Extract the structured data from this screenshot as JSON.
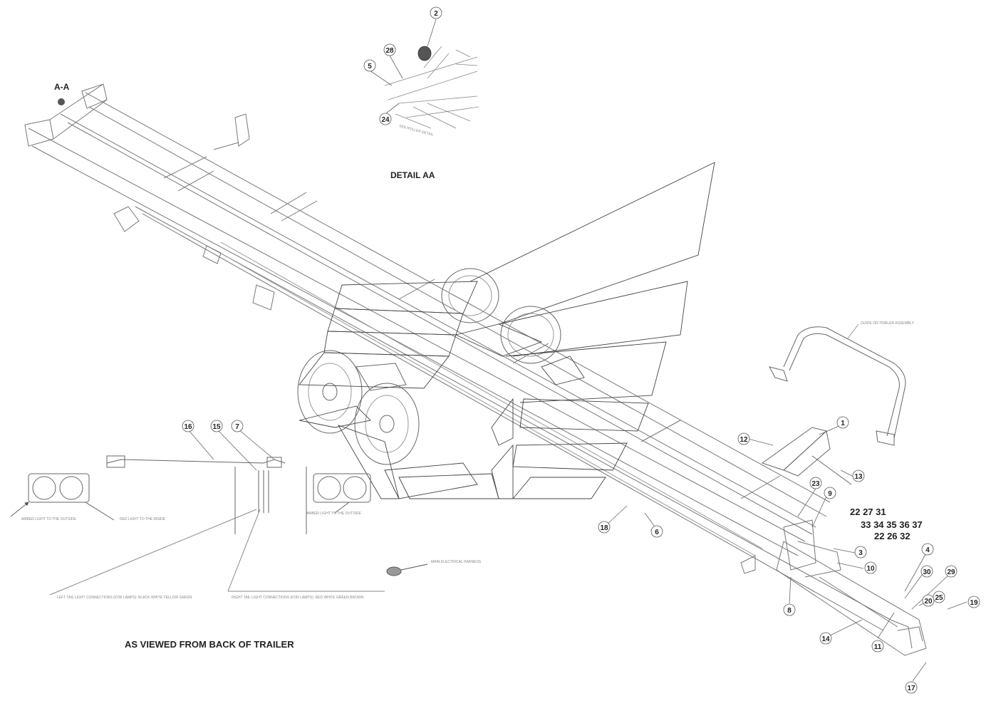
{
  "labels": {
    "section_aa": "A-A",
    "detail_aa": "DETAIL AA",
    "as_viewed": "AS VIEWED FROM BACK OF TRAILER",
    "amber_left": "AMBER LIGHT TO THE OUTSIDE",
    "red_left": "RED LIGHT TO THE INSIDE",
    "amber_right": "AMBER LIGHT TO THE OUTSIDE",
    "left_connections": "LEFT TAIL LIGHT CONNECTIONS (FOR LAMPS): BLACK WHITE YELLOW GREEN",
    "right_connections": "RIGHT TAIL LIGHT CONNECTIONS (FOR LAMPS): RED WHITE GREEN BROWN",
    "main_harness": "MAIN ELECTRICAL HARNESS",
    "guide_rail": "GUIDE ON TRAILER ASSEMBLY",
    "detail_note": "SEE ROLLER DETAIL"
  },
  "callouts": [
    {
      "id": "c2",
      "text": "2"
    },
    {
      "id": "c28",
      "text": "28"
    },
    {
      "id": "c5a",
      "text": "5"
    },
    {
      "id": "c24",
      "text": "24"
    },
    {
      "id": "c1",
      "text": "1"
    },
    {
      "id": "c12",
      "text": "12"
    },
    {
      "id": "c13",
      "text": "13"
    },
    {
      "id": "c23",
      "text": "23"
    },
    {
      "id": "c9",
      "text": "9"
    },
    {
      "id": "c3",
      "text": "3"
    },
    {
      "id": "c10",
      "text": "10"
    },
    {
      "id": "c4",
      "text": "4"
    },
    {
      "id": "c30",
      "text": "30"
    },
    {
      "id": "c29",
      "text": "29"
    },
    {
      "id": "c20",
      "text": "20"
    },
    {
      "id": "c25",
      "text": "25"
    },
    {
      "id": "c19",
      "text": "19"
    },
    {
      "id": "c11",
      "text": "11"
    },
    {
      "id": "c14",
      "text": "14"
    },
    {
      "id": "c8",
      "text": "8"
    },
    {
      "id": "c17",
      "text": "17"
    },
    {
      "id": "c18",
      "text": "18"
    },
    {
      "id": "c6",
      "text": "6"
    },
    {
      "id": "c16",
      "text": "16"
    },
    {
      "id": "c15",
      "text": "15"
    },
    {
      "id": "c7",
      "text": "7"
    }
  ],
  "callout_groups": {
    "row1": "22 27 31",
    "row2": "33 34 35 36 37",
    "row3": "22 26 32"
  }
}
